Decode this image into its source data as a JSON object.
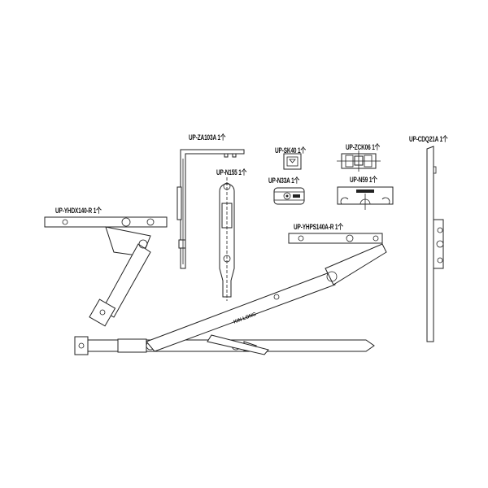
{
  "parts": [
    {
      "id": "za103a",
      "label": "UP-ZA103A 1个"
    },
    {
      "id": "n155",
      "label": "UP-N155 1个"
    },
    {
      "id": "yhdx140r",
      "label": "UP-YHDX140-R 1个"
    },
    {
      "id": "sk40",
      "label": "UP-SK40 1个"
    },
    {
      "id": "n33a",
      "label": "UP-N33A 1个"
    },
    {
      "id": "zck06",
      "label": "UP-ZCK06 1个"
    },
    {
      "id": "n59",
      "label": "UP-N59 1个"
    },
    {
      "id": "cdq21a",
      "label": "UP-CDQ21A 1个"
    },
    {
      "id": "yhps140ar",
      "label": "UP-YHPS140A-R 1个"
    }
  ],
  "brand_mark": "KIN LONG"
}
